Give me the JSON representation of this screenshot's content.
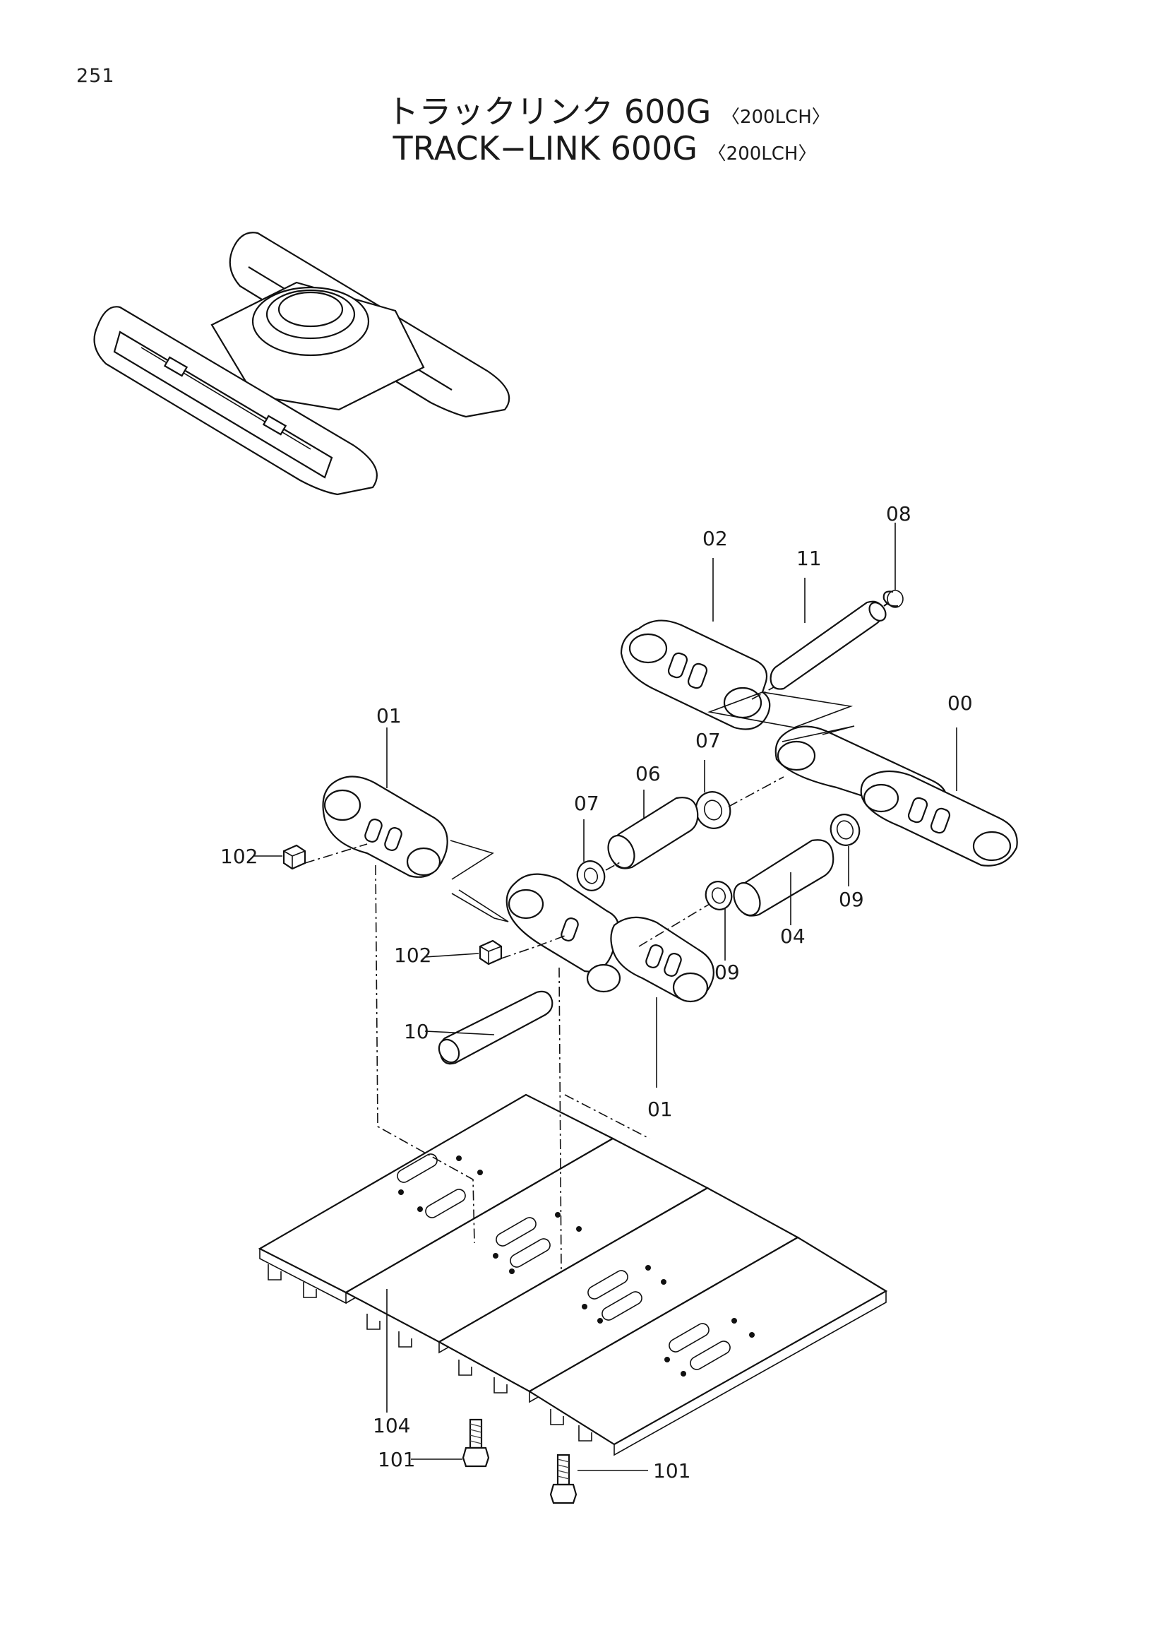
{
  "page_number": "251",
  "title": {
    "jp": "トラックリンク 600G",
    "en": "TRACK−LINK 600G",
    "model": "〈200LCH〉"
  },
  "callouts": {
    "c00": "00",
    "c01a": "01",
    "c01b": "01",
    "c02": "02",
    "c04": "04",
    "c06": "06",
    "c07a": "07",
    "c07b": "07",
    "c08": "08",
    "c09a": "09",
    "c09b": "09",
    "c10": "10",
    "c11": "11",
    "c101a": "101",
    "c101b": "101",
    "c102a": "102",
    "c102b": "102",
    "c104": "104"
  }
}
